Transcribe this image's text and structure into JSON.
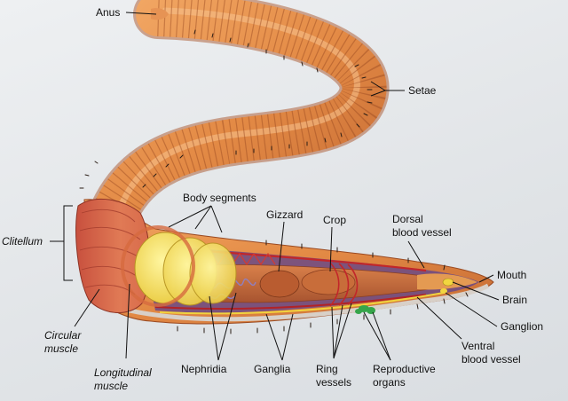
{
  "labels": {
    "anus": "Anus",
    "setae": "Setae",
    "clitellum": "Clitellum",
    "body_segments": "Body segments",
    "gizzard": "Gizzard",
    "crop": "Crop",
    "dorsal_vessel_l1": "Dorsal",
    "dorsal_vessel_l2": "blood vessel",
    "mouth": "Mouth",
    "brain": "Brain",
    "ganglion": "Ganglion",
    "ventral_vessel_l1": "Ventral",
    "ventral_vessel_l2": "blood vessel",
    "circular_l1": "Circular",
    "circular_l2": "muscle",
    "longitudinal_l1": "Longitudinal",
    "longitudinal_l2": "muscle",
    "nephridia": "Nephridia",
    "ganglia": "Ganglia",
    "ring_l1": "Ring",
    "ring_l2": "vessels",
    "repro_l1": "Reproductive",
    "repro_l2": "organs"
  },
  "colors": {
    "body": "#e38a45",
    "body_dark": "#b9582a",
    "clitellum": "#d05a48",
    "gut": "#c4693d",
    "inner_cavity": "#6b4a86",
    "septa": "#f0d94a",
    "setae": "#2a1d15",
    "gonads": "#35a54a",
    "nephridia": "#8f7fc0"
  }
}
